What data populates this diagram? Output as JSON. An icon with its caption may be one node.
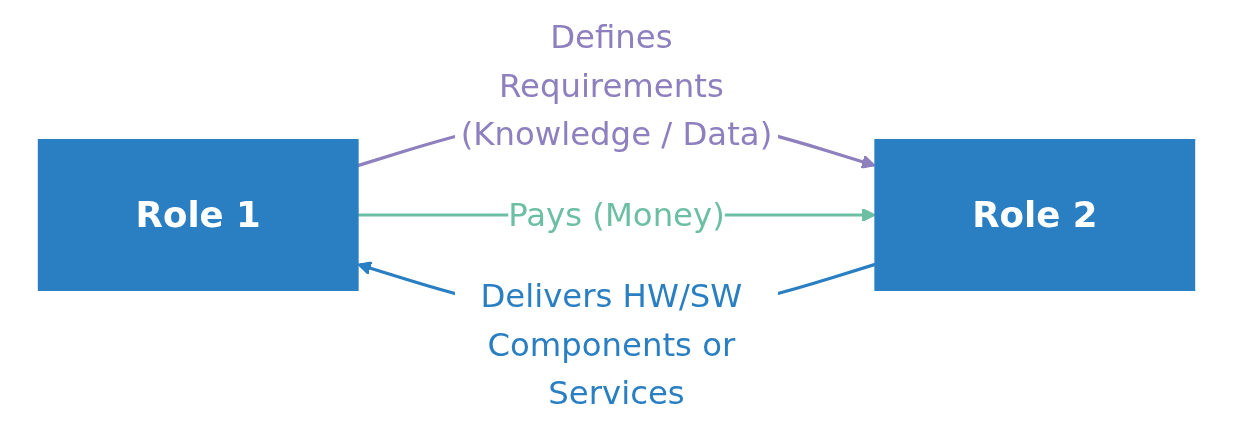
{
  "diagram": {
    "nodes": [
      {
        "text": [
          "Role 1"
        ]
      },
      {
        "text": [
          "Role 2"
        ]
      }
    ],
    "edges": [
      {
        "from": 0,
        "to": 1,
        "arrow": "to",
        "label": "Defines Requirements (Knowledge / Data)",
        "color": "#8e7fbf"
      },
      {
        "from": 0,
        "to": 1,
        "arrow": "to",
        "label": "Pays (Money)",
        "color": "#6cbfa3"
      },
      {
        "from": 1,
        "to": 0,
        "arrow": "to",
        "label": "Delivers HW/SW Components or Services",
        "color": "#2a7fc3"
      }
    ]
  }
}
